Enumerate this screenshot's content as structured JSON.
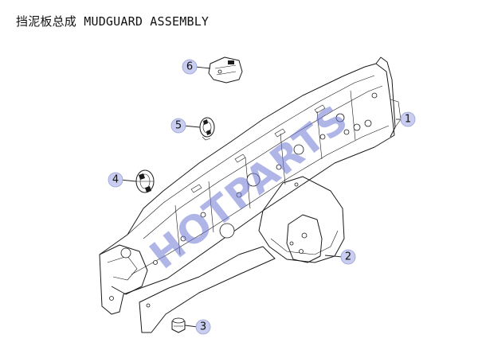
{
  "header": {
    "title": "挡泥板总成 MUDGUARD ASSEMBLY"
  },
  "watermark": {
    "text": "HOTPARTS",
    "color": "#6f78d6"
  },
  "colors": {
    "callout_fill": "#c9cdef",
    "line": "#1a1a1a"
  },
  "callouts": [
    {
      "label": "1"
    },
    {
      "label": "2"
    },
    {
      "label": "3"
    },
    {
      "label": "4"
    },
    {
      "label": "5"
    },
    {
      "label": "6"
    }
  ]
}
